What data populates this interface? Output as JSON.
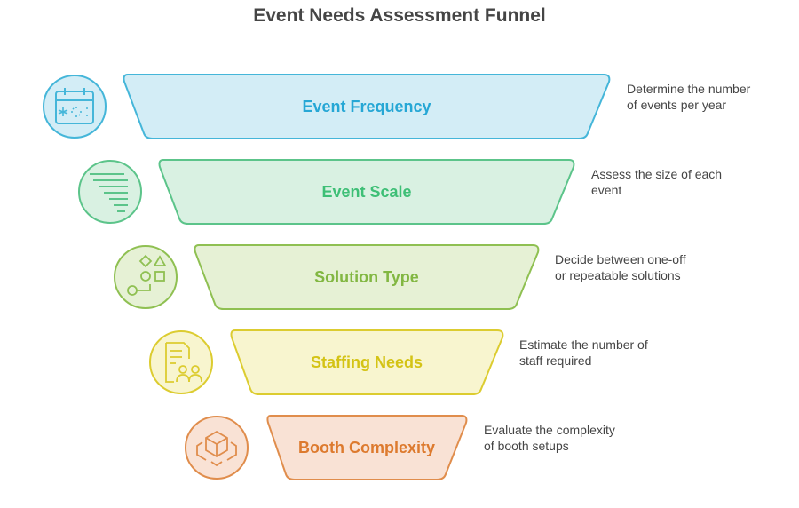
{
  "title": "Event Needs Assessment Funnel",
  "layers": [
    {
      "label": "Event Frequency",
      "description_line1": "Determine the number",
      "description_line2": "of events per year",
      "icon": "calendar-icon",
      "fill": "#d3edf6",
      "stroke": "#45b6d9",
      "text_color": "#26a7d5"
    },
    {
      "label": "Event Scale",
      "description_line1": "Assess the size of each",
      "description_line2": "event",
      "icon": "funnel-lines-icon",
      "fill": "#d9f1e2",
      "stroke": "#5cc48a",
      "text_color": "#3ebf76"
    },
    {
      "label": "Solution Type",
      "description_line1": "Decide between one-off",
      "description_line2": "or repeatable solutions",
      "icon": "shapes-key-icon",
      "fill": "#e6f1d5",
      "stroke": "#8fc052",
      "text_color": "#82b742"
    },
    {
      "label": "Staffing Needs",
      "description_line1": "Estimate the number of",
      "description_line2": "staff required",
      "icon": "staff-document-icon",
      "fill": "#f8f5cf",
      "stroke": "#dccc30",
      "text_color": "#d4c315"
    },
    {
      "label": "Booth Complexity",
      "description_line1": "Evaluate the complexity",
      "description_line2": "of booth setups",
      "icon": "booth-cube-icon",
      "fill": "#f9e2d5",
      "stroke": "#e08d4c",
      "text_color": "#dd7a2e"
    }
  ]
}
